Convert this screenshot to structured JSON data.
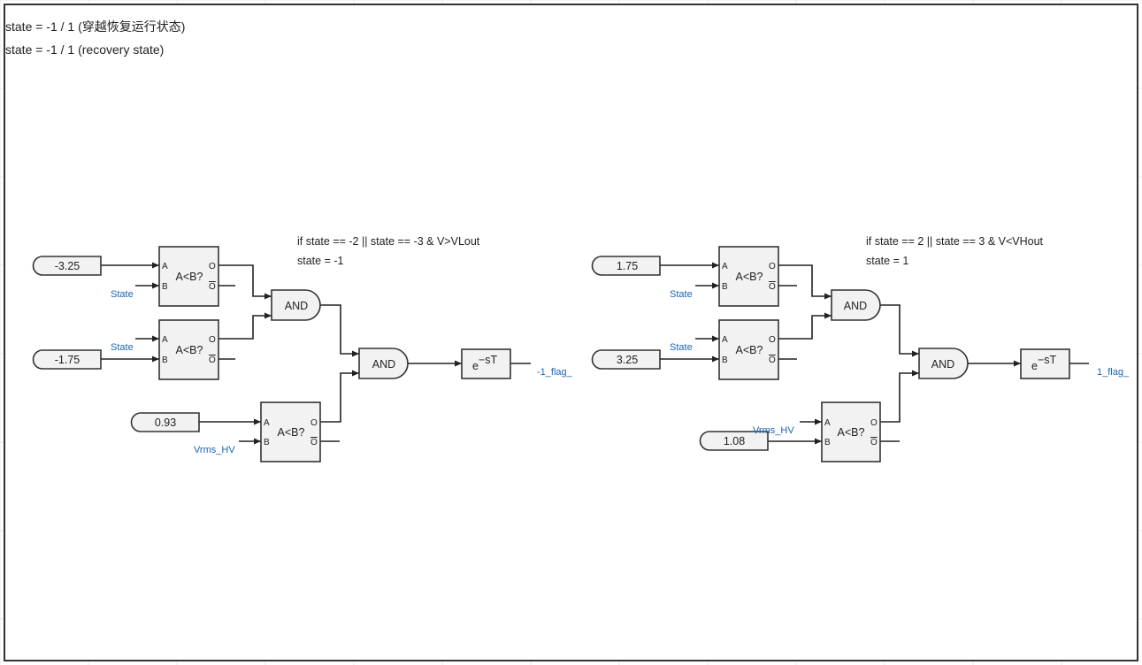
{
  "header": {
    "line1": "state = -1 / 1 (穿越恢复运行状态)",
    "line2": "state = -1 / 1 (recovery state)"
  },
  "left_group": {
    "note_line1": "if state == -2 || state == -3 & V>VLout",
    "note_line2": "state = -1",
    "const1": "-3.25",
    "const2": "-1.75",
    "const3": "0.93",
    "signal_state1": "State",
    "signal_state2": "State",
    "signal_vrms": "Vrms_HV",
    "cmp_label": "A<B?",
    "and_label": "AND",
    "delay_base": "e",
    "delay_exp": "−sT",
    "output_flag": "-1_flag_"
  },
  "right_group": {
    "note_line1": "if state == 2 || state == 3 & V<VHout",
    "note_line2": "state = 1",
    "const1": "1.75",
    "const2": "3.25",
    "const3": "1.08",
    "signal_state1": "State",
    "signal_state2": "State",
    "signal_vrms": "Vrms_HV",
    "cmp_label": "A<B?",
    "and_label": "AND",
    "delay_base": "e",
    "delay_exp": "−sT",
    "output_flag": "1_flag_"
  },
  "ports": {
    "a": "A",
    "b": "B",
    "o": "O",
    "obar": "O"
  }
}
